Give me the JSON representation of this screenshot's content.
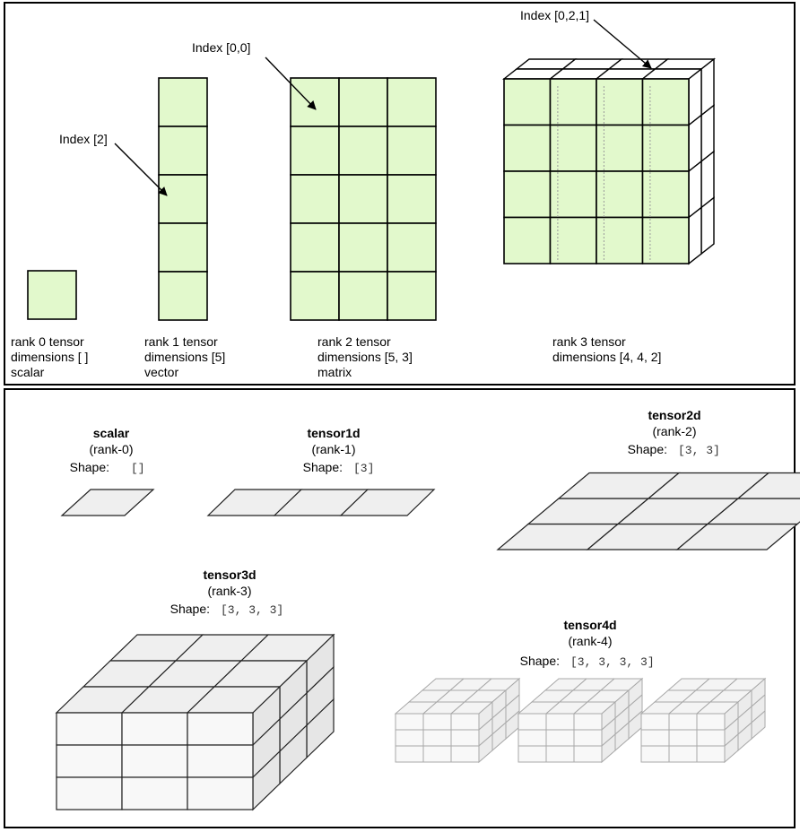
{
  "top": {
    "annotations": {
      "index_2": "Index [2]",
      "index_00": "Index [0,0]",
      "index_021": "Index [0,2,1]"
    },
    "captions": {
      "rank0": [
        "rank 0 tensor",
        "dimensions [ ]",
        "scalar"
      ],
      "rank1": [
        "rank 1 tensor",
        "dimensions [5]",
        "vector"
      ],
      "rank2": [
        "rank 2 tensor",
        "dimensions [5, 3]",
        "matrix"
      ],
      "rank3": [
        "rank 3 tensor",
        "dimensions [4, 4, 2]"
      ]
    },
    "colors": {
      "cell_fill": "#e2f9cc",
      "outline": "#000000"
    }
  },
  "bottom": {
    "scalar": {
      "name": "scalar",
      "rank": "(rank-0)",
      "shape_label": "Shape:",
      "shape": "[]"
    },
    "tensor1d": {
      "name": "tensor1d",
      "rank": "(rank-1)",
      "shape_label": "Shape:",
      "shape": "[3]"
    },
    "tensor2d": {
      "name": "tensor2d",
      "rank": "(rank-2)",
      "shape_label": "Shape:",
      "shape": "[3, 3]"
    },
    "tensor3d": {
      "name": "tensor3d",
      "rank": "(rank-3)",
      "shape_label": "Shape:",
      "shape": "[3, 3, 3]"
    },
    "tensor4d": {
      "name": "tensor4d",
      "rank": "(rank-4)",
      "shape_label": "Shape:",
      "shape": "[3, 3, 3, 3]"
    },
    "colors": {
      "cell_fill": "#f4f4f4",
      "outline": "#222222",
      "light_outline": "#a8a8a8"
    }
  }
}
